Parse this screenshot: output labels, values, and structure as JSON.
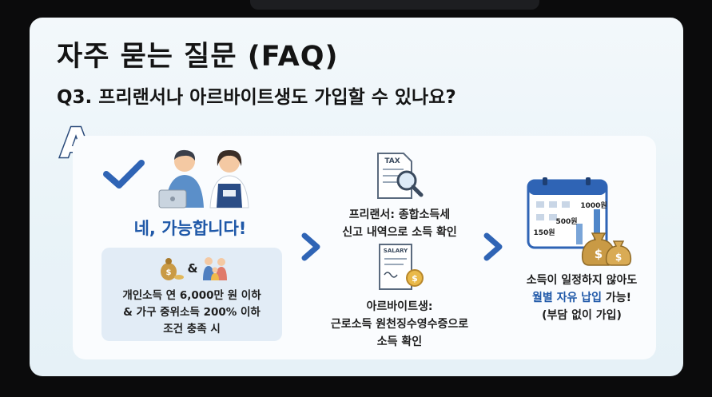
{
  "title": "자주 묻는 질문 (FAQ)",
  "question": "Q3. 프리랜서나 아르바이트생도 가입할 수 있나요?",
  "answer_mark": "A",
  "left": {
    "yes": "네, 가능합니다!",
    "amp": "&",
    "conditions": [
      "개인소득 연 6,000만 원 이하",
      "& 가구 중위소득 200% 이하",
      "조건 충족 시"
    ]
  },
  "middle": {
    "tax_label": "TAX",
    "freelancer": [
      "프리랜서: 종합소득세",
      "신고 내역으로 소득 확인"
    ],
    "salary_label": "SALARY",
    "parttime": [
      "아르바이트생:",
      "근로소득 원천징수영수증으로",
      "소득 확인"
    ]
  },
  "right": {
    "calendar_amounts": [
      "1000원",
      "500원",
      "150원"
    ],
    "line1": "소득이 일정하지 않아도",
    "line2_highlight": "월별 자유 납입",
    "line2_rest": " 가능!",
    "line3": "(부담 없이 가입)"
  },
  "colors": {
    "accent": "#1f58a8",
    "panel": "#fafcfe",
    "condition_box": "#e2ecf6"
  }
}
